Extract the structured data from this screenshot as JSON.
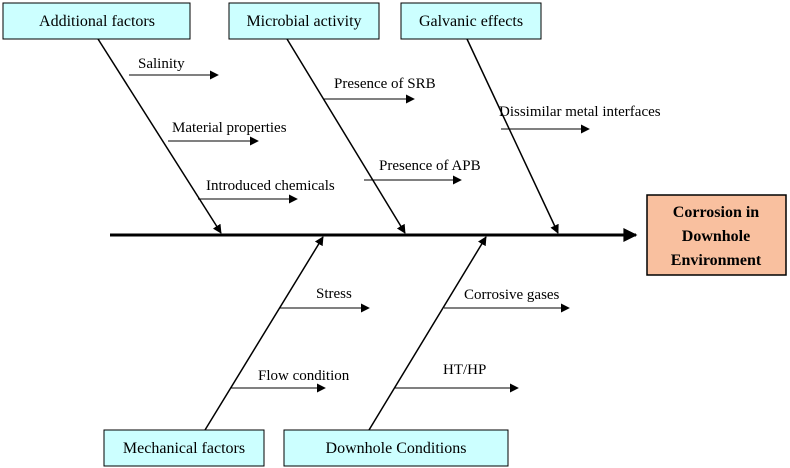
{
  "effect": {
    "lines": [
      "Corrosion in",
      "Downhole",
      "Environment"
    ],
    "fill": "#F9C09F"
  },
  "category_fill": "#CCFFFF",
  "categories": {
    "additional": {
      "title": "Additional factors",
      "causes": [
        "Salinity",
        "Material properties",
        "Introduced chemicals"
      ]
    },
    "microbial": {
      "title": "Microbial activity",
      "causes": [
        "Presence of SRB",
        "Presence of APB"
      ]
    },
    "galvanic": {
      "title": "Galvanic effects",
      "causes": [
        "Dissimilar metal interfaces"
      ]
    },
    "mechanical": {
      "title": "Mechanical factors",
      "causes": [
        "Stress",
        "Flow condition"
      ]
    },
    "downhole": {
      "title": "Downhole Conditions",
      "causes": [
        "Corrosive gases",
        "HT/HP"
      ]
    }
  }
}
